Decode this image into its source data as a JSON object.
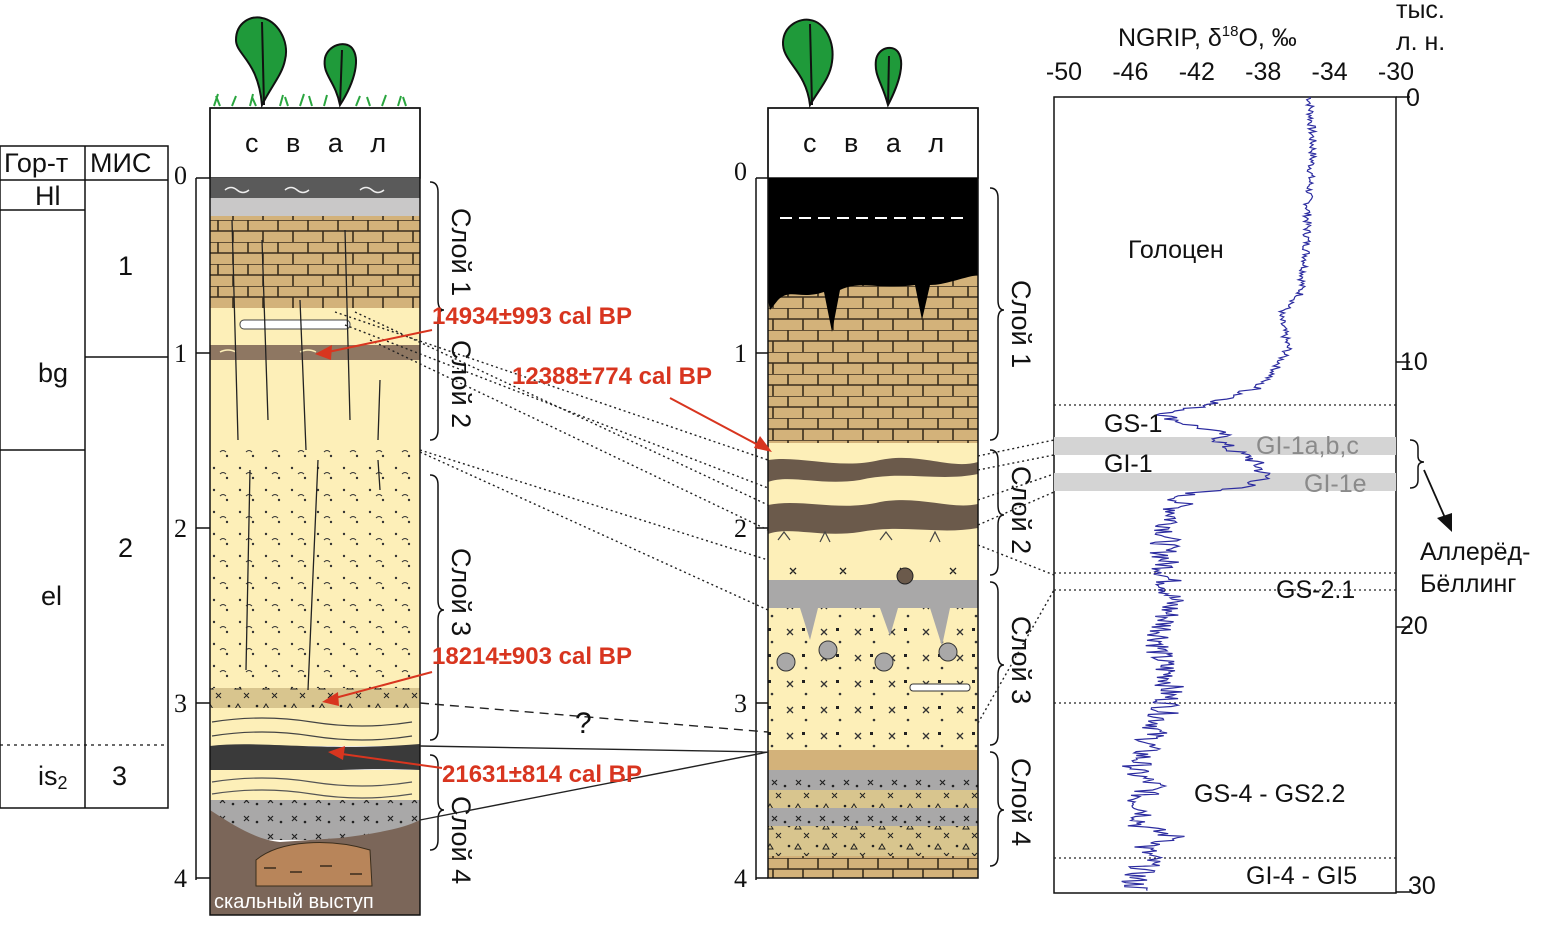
{
  "legend_table": {
    "header_horizon": "Гор-т",
    "header_mis": "МИС",
    "horizons": [
      "Hl",
      "bg",
      "el",
      "is"
    ],
    "horizon_subscript": "2",
    "mis": [
      "1",
      "2",
      "3"
    ]
  },
  "section_left": {
    "cap_label": "с в а л",
    "depth_labels": [
      "0",
      "1",
      "2",
      "3",
      "4"
    ],
    "layers": [
      "Слой 1",
      "Слой 2",
      "Слой 3",
      "Слой 4"
    ],
    "bedrock_label": "скальный выступ"
  },
  "section_right": {
    "cap_label": "с в а л",
    "depth_labels": [
      "0",
      "1",
      "2",
      "3",
      "4"
    ],
    "layers": [
      "Слой 1",
      "Слой 2",
      "Слой 3",
      "Слой 4"
    ]
  },
  "dates": [
    "14934±993 cal BP",
    "12388±774 cal BP",
    "18214±903 cal BP",
    "21631±814 cal BP"
  ],
  "correlation_question": "?",
  "ngrip": {
    "title_main": "NGRIP, δ",
    "title_sup": "18",
    "title_end": "O, ‰",
    "age_title_1": "тыс.",
    "age_title_2": "л. н.",
    "x_ticks": [
      "-50",
      "-46",
      "-42",
      "-38",
      "-34",
      "-30"
    ],
    "y_ticks": [
      "0",
      "10",
      "20",
      "30"
    ],
    "zones": [
      "Голоцен",
      "GS-1",
      "GI-1",
      "GS-2.1",
      "GS-4 - GS2.2",
      "GI-4 - GI5"
    ],
    "zones_grey": [
      "GI-1a,b,c",
      "GI-1e"
    ],
    "allerod_1": "Аллерёд-",
    "allerod_2": "Бёллинг"
  },
  "colors": {
    "sand_light": "#fdefb8",
    "loam_tan": "#d3b27a",
    "soil_brown": "#8e7762",
    "gravel_grey": "#a9a8a8",
    "dark_grey": "#5a5a5a",
    "humus_black": "#000000",
    "bedrock": "#7b6659",
    "date_red": "#d8351f",
    "curve_blue": "#2c2ca0",
    "tree_green": "#1f9a3a"
  }
}
